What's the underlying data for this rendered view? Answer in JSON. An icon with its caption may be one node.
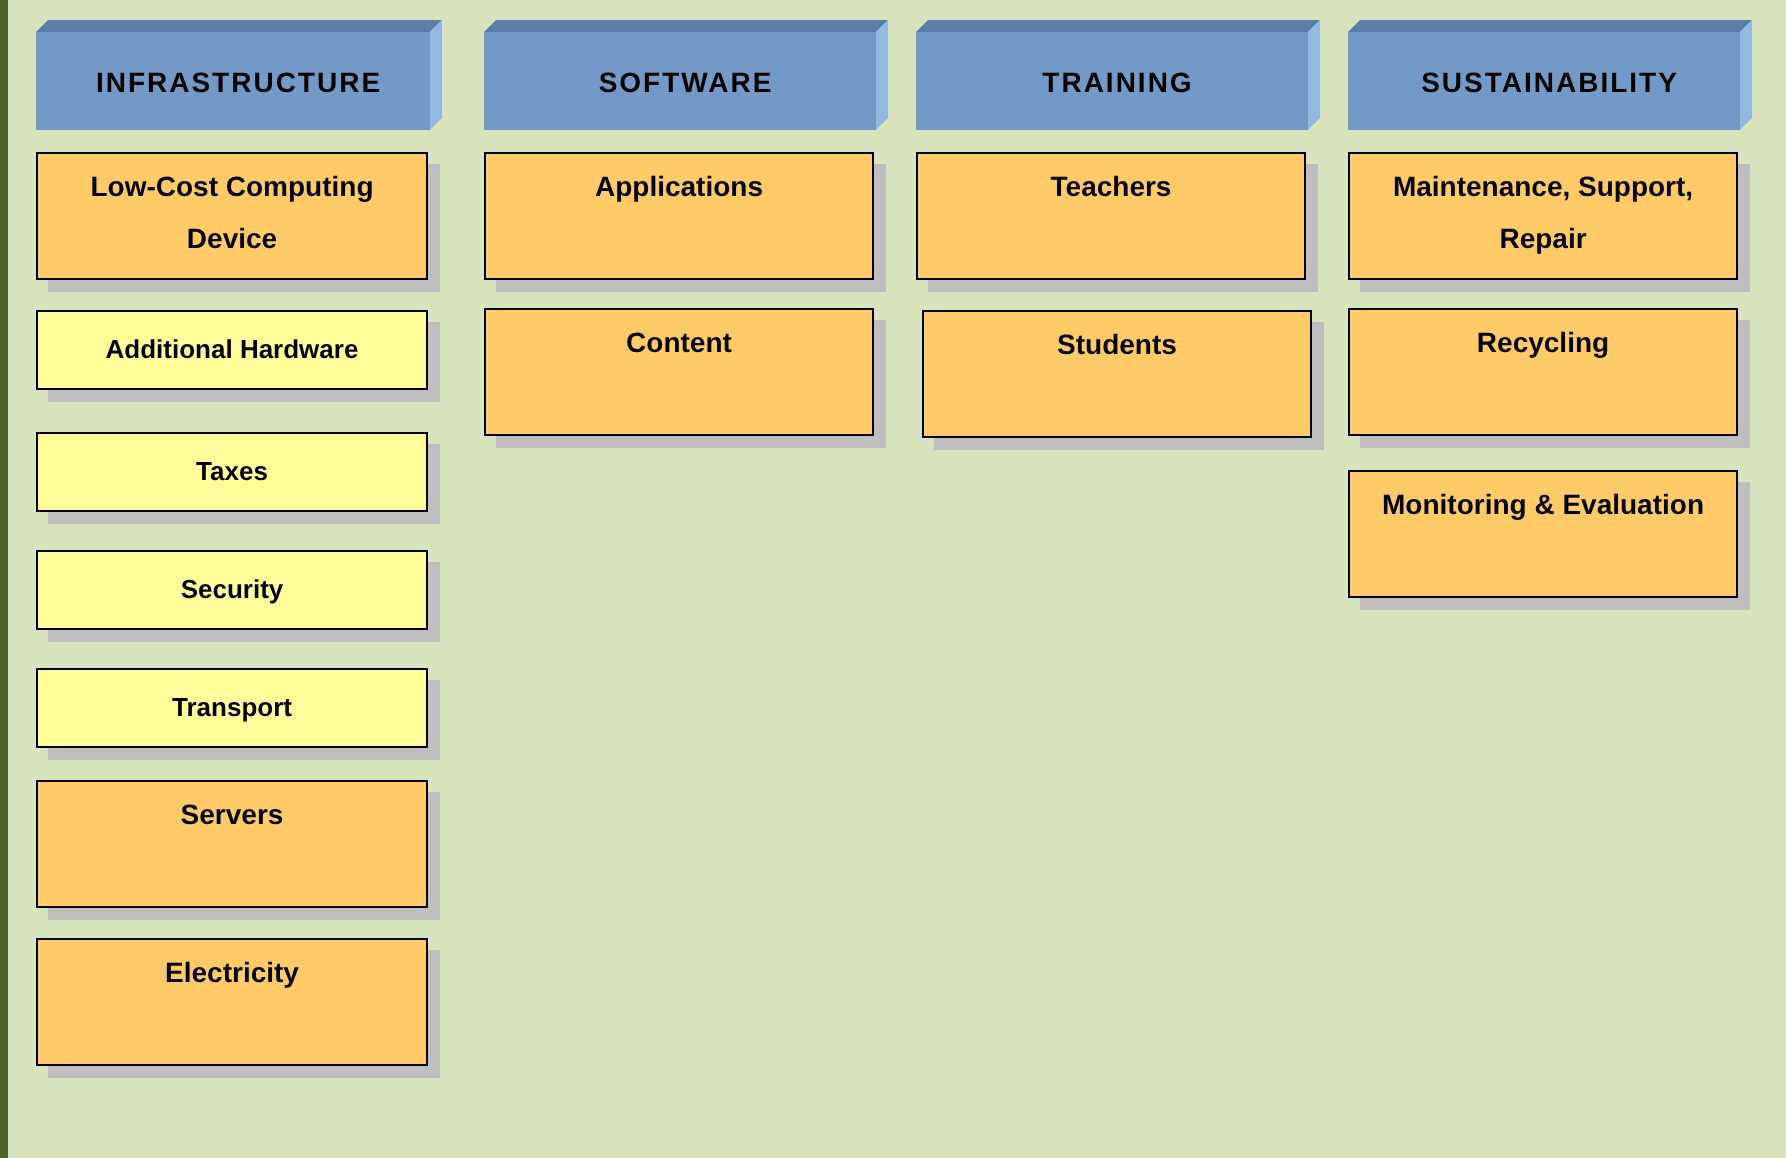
{
  "diagram": {
    "nodes": [
      {
        "text": [
          "INFRASTRUCTURE"
        ]
      },
      {
        "text": [
          "Low-Cost Computing Device"
        ]
      },
      {
        "text": [
          "Additional Hardware"
        ]
      },
      {
        "text": [
          "Taxes"
        ]
      },
      {
        "text": [
          "Security"
        ]
      },
      {
        "text": [
          "Transport"
        ]
      },
      {
        "text": [
          "Servers"
        ]
      },
      {
        "text": [
          "Electricity"
        ]
      },
      {
        "text": [
          "SOFTWARE"
        ]
      },
      {
        "text": [
          "Applications"
        ]
      },
      {
        "text": [
          "Content"
        ]
      },
      {
        "text": [
          "TRAINING"
        ]
      },
      {
        "text": [
          "Teachers"
        ]
      },
      {
        "text": [
          "Students"
        ]
      },
      {
        "text": [
          "SUSTAINABILITY"
        ]
      },
      {
        "text": [
          "Maintenance, Support, Repair"
        ]
      },
      {
        "text": [
          "Recycling"
        ]
      },
      {
        "text": [
          "Monitoring & Evaluation"
        ]
      }
    ]
  }
}
